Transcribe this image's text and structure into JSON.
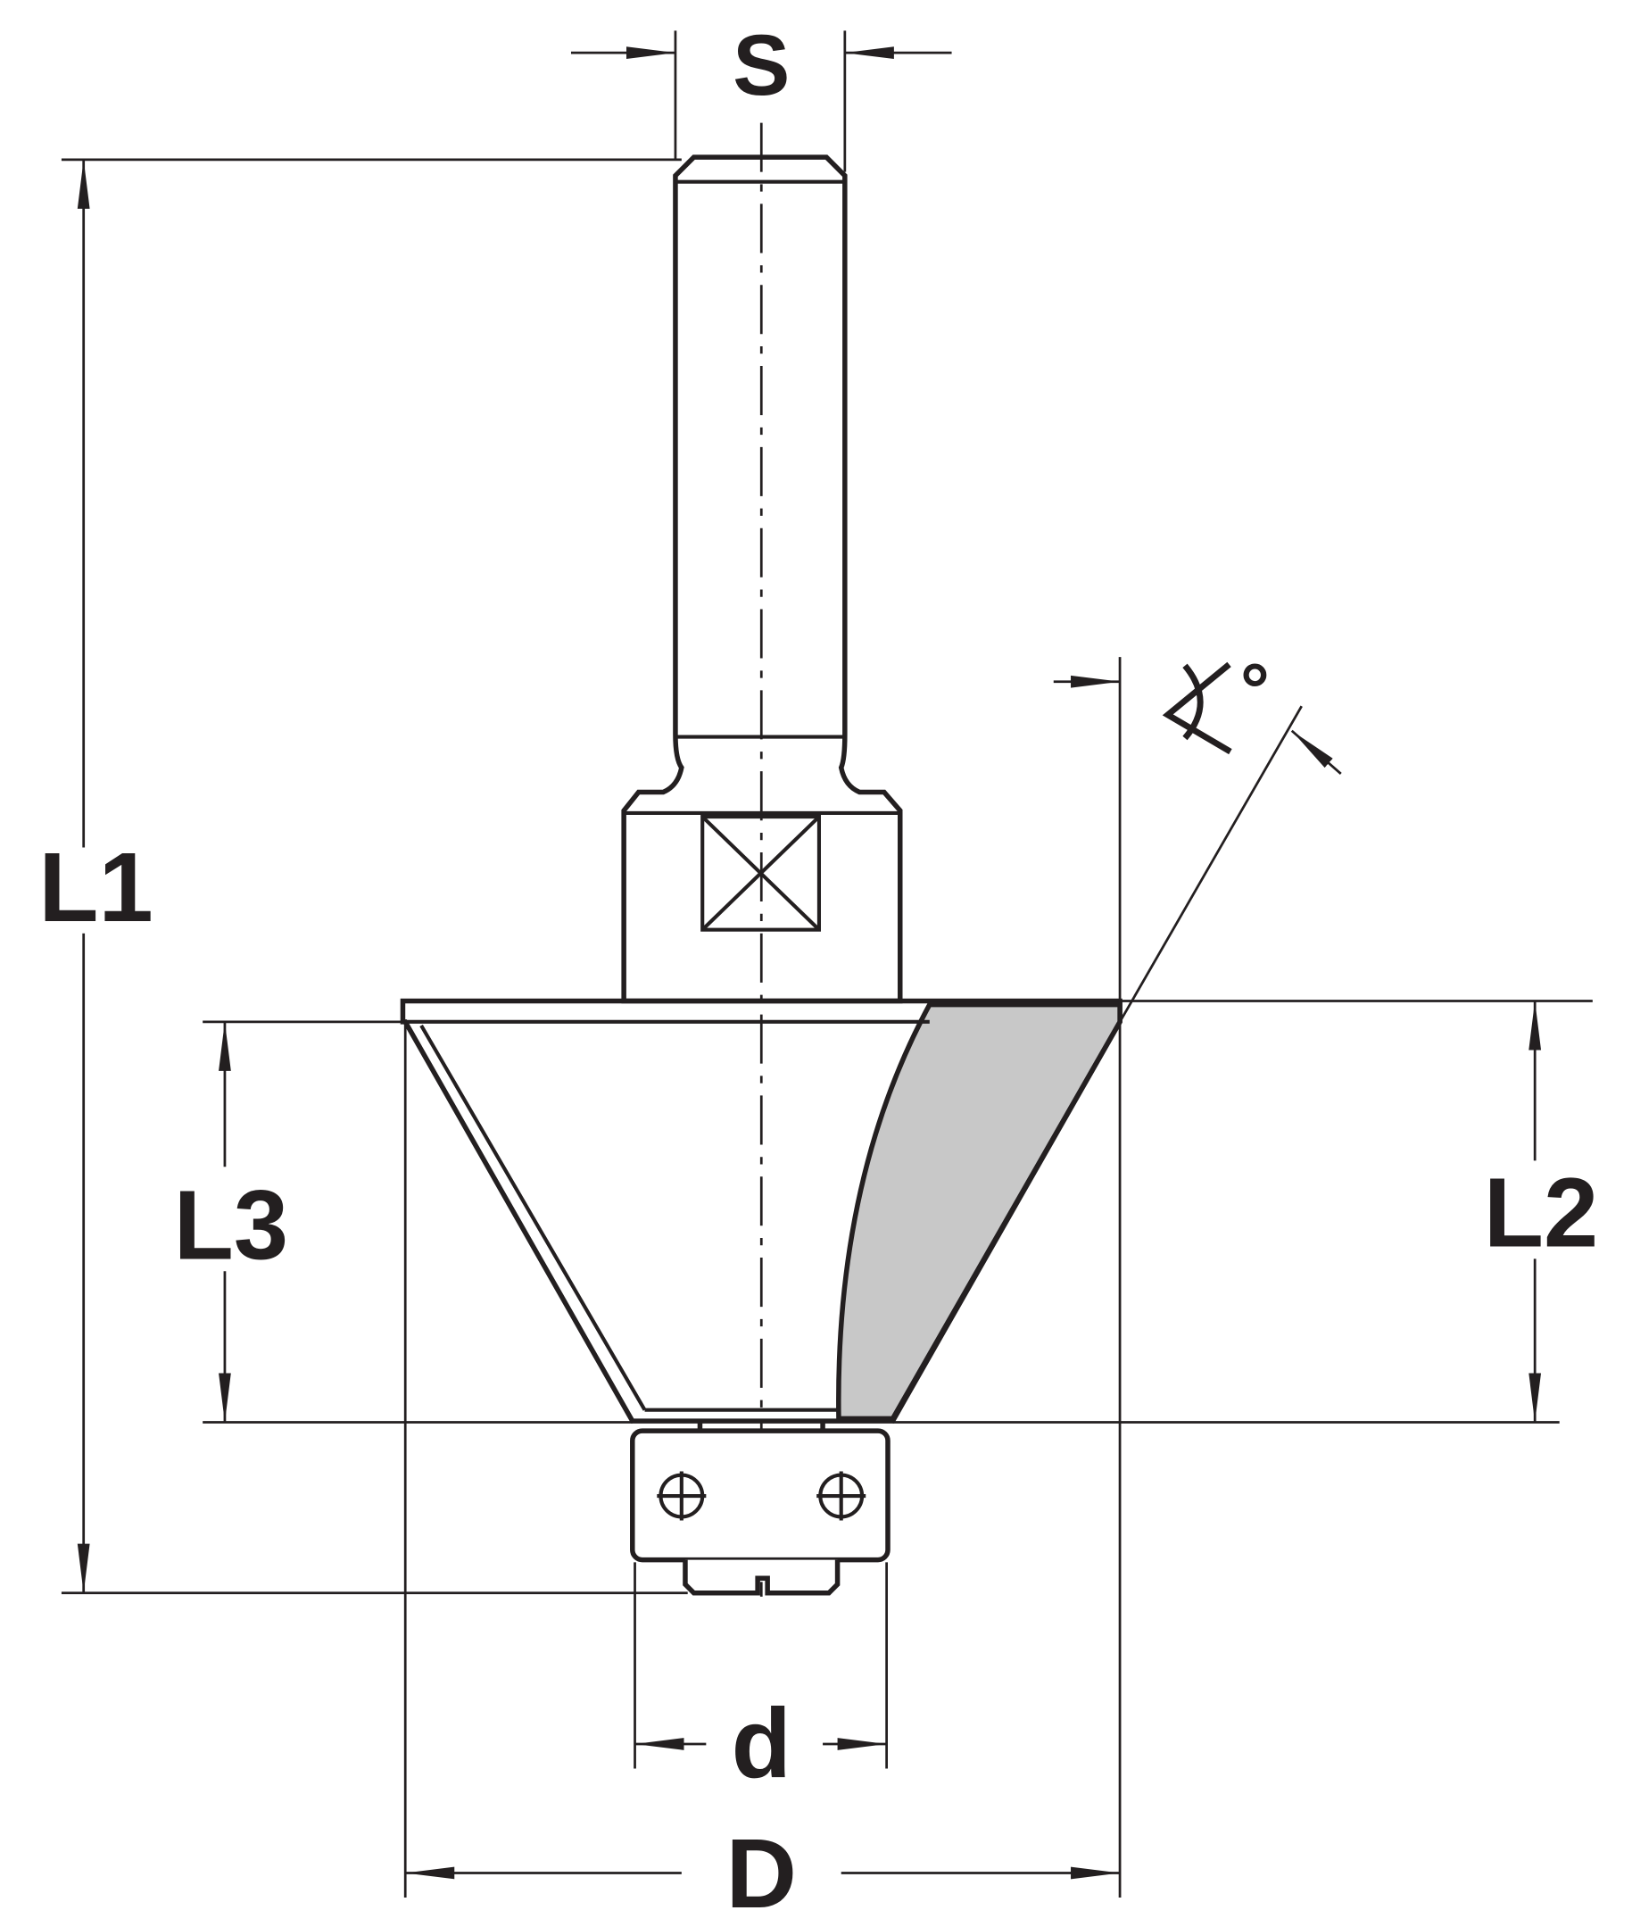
{
  "title": "Chamfer router bit with bearing - dimension drawing",
  "dimensions": {
    "shank": "S",
    "overall_length": "L1",
    "cutting_length": "L2",
    "body_length": "L3",
    "cutting_diameter": "D",
    "bearing_diameter": "d",
    "angle_unit": "°"
  },
  "colors": {
    "line": "#231f20",
    "cutting_edge": "#c8c8c8"
  }
}
